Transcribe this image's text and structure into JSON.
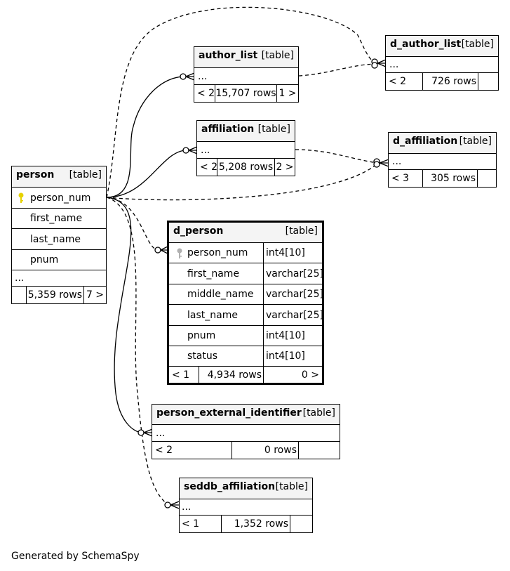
{
  "tables": {
    "person": {
      "name": "person",
      "kind": "[table]",
      "columns": [
        "person_num",
        "first_name",
        "last_name",
        "pnum"
      ],
      "more": "...",
      "footer": {
        "left": "",
        "rows": "5,359 rows",
        "right": "7 >"
      }
    },
    "author_list": {
      "name": "author_list",
      "kind": "[table]",
      "more": "...",
      "footer": {
        "left": "< 2",
        "rows": "15,707 rows",
        "right": "1 >"
      }
    },
    "affiliation": {
      "name": "affiliation",
      "kind": "[table]",
      "more": "...",
      "footer": {
        "left": "< 2",
        "rows": "5,208 rows",
        "right": "2 >"
      }
    },
    "d_author_list": {
      "name": "d_author_list",
      "kind": "[table]",
      "more": "...",
      "footer": {
        "left": "< 2",
        "rows": "726 rows",
        "right": ""
      }
    },
    "d_affiliation": {
      "name": "d_affiliation",
      "kind": "[table]",
      "more": "...",
      "footer": {
        "left": "< 3",
        "rows": "305 rows",
        "right": ""
      }
    },
    "d_person": {
      "name": "d_person",
      "kind": "[table]",
      "columns": [
        {
          "name": "person_num",
          "type": "int4[10]"
        },
        {
          "name": "first_name",
          "type": "varchar[25]"
        },
        {
          "name": "middle_name",
          "type": "varchar[25]"
        },
        {
          "name": "last_name",
          "type": "varchar[25]"
        },
        {
          "name": "pnum",
          "type": "int4[10]"
        },
        {
          "name": "status",
          "type": "int4[10]"
        }
      ],
      "footer": {
        "left": "< 1",
        "rows": "4,934 rows",
        "right": "0 >"
      }
    },
    "person_external_identifier": {
      "name": "person_external_identifier",
      "kind": "[table]",
      "more": "...",
      "footer": {
        "left": "< 2",
        "rows": "0 rows",
        "right": ""
      }
    },
    "seddb_affiliation": {
      "name": "seddb_affiliation",
      "kind": "[table]",
      "more": "...",
      "footer": {
        "left": "< 1",
        "rows": "1,352 rows",
        "right": ""
      }
    }
  },
  "colors": {
    "pk_key": "#e6d200",
    "pk_key_grey": "#b0b0b0",
    "header_bg": "#f4f4f4"
  },
  "generated_by": "Generated by SchemaSpy"
}
